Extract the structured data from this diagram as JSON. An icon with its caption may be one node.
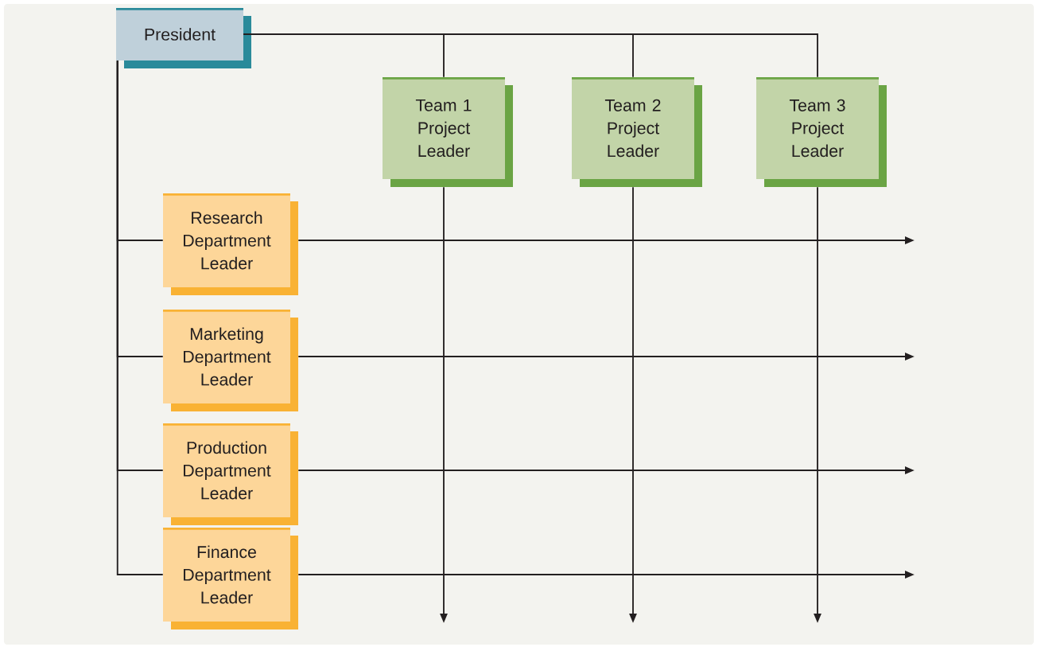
{
  "diagram": {
    "nodes": [
      {
        "text": [
          "President"
        ]
      },
      {
        "text": [
          "Team 1 Project Leader"
        ]
      },
      {
        "text": [
          "Team 2 Project Leader"
        ]
      },
      {
        "text": [
          "Team 3 Project Leader"
        ]
      },
      {
        "text": [
          "Research Department Leader"
        ]
      },
      {
        "text": [
          "Marketing Department Leader"
        ]
      },
      {
        "text": [
          "Production Department Leader"
        ]
      },
      {
        "text": [
          "Finance Department Leader"
        ]
      }
    ],
    "edges": [
      {
        "from": 0,
        "to": 1,
        "arrow": "none"
      },
      {
        "from": 0,
        "to": 2,
        "arrow": "none"
      },
      {
        "from": 0,
        "to": 3,
        "arrow": "none"
      },
      {
        "from": 0,
        "to": 4,
        "arrow": "none"
      },
      {
        "from": 0,
        "to": 5,
        "arrow": "none"
      },
      {
        "from": 0,
        "to": 6,
        "arrow": "none"
      },
      {
        "from": 0,
        "to": 7,
        "arrow": "none"
      },
      {
        "from": 1,
        "to": null,
        "arrow": "to"
      },
      {
        "from": 2,
        "to": null,
        "arrow": "to"
      },
      {
        "from": 3,
        "to": null,
        "arrow": "to"
      },
      {
        "from": 4,
        "to": null,
        "arrow": "to"
      },
      {
        "from": 5,
        "to": null,
        "arrow": "to"
      },
      {
        "from": 6,
        "to": null,
        "arrow": "to"
      },
      {
        "from": 7,
        "to": null,
        "arrow": "to"
      }
    ]
  }
}
